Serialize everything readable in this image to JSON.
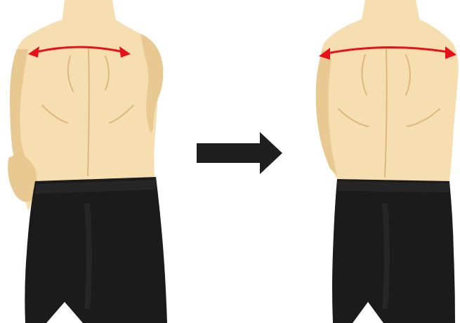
{
  "scene": {
    "panels": [
      {
        "id": "before",
        "depicts": "back-with-narrow-shoulders",
        "shoulder_span_marker": "double-headed-arrow"
      },
      {
        "id": "after",
        "depicts": "back-with-wide-shoulders",
        "shoulder_span_marker": "double-headed-arrow"
      }
    ],
    "transition_icon": "right-arrow-icon"
  },
  "colors": {
    "skin": "#F6DEB1",
    "skin_shadow": "#E8C991",
    "skin_line": "#DDB87C",
    "shorts": "#1B1B1B",
    "shorts_shade": "#262626",
    "measure_arrow": "#E8111B",
    "transition_arrow": "#1F1F1F",
    "background": "#FFFFFF"
  }
}
